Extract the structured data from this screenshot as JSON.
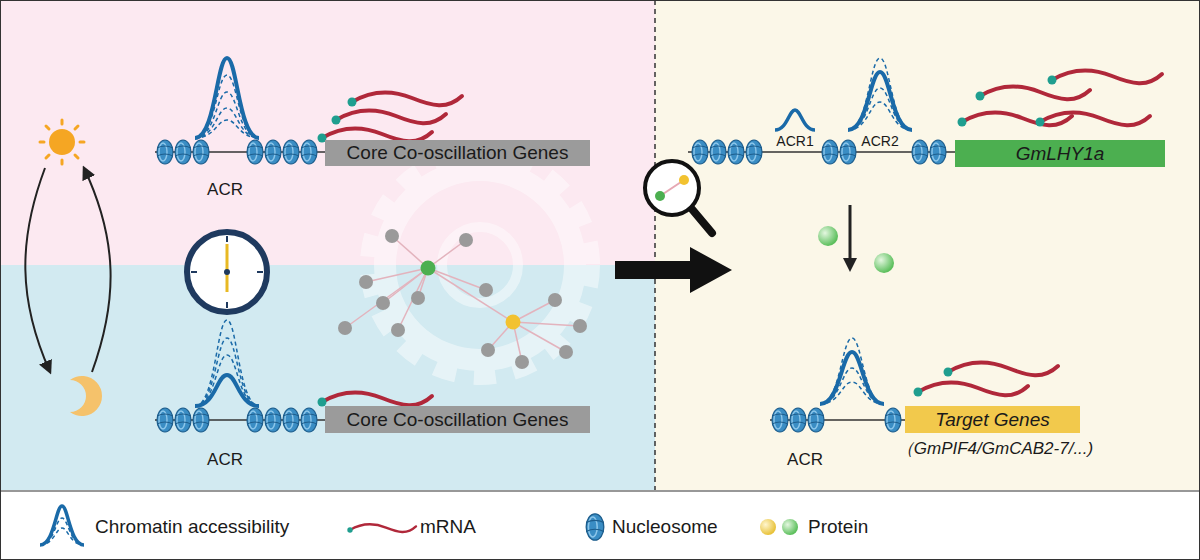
{
  "diagram": {
    "nodes": [
      {
        "text": [
          "Core Co-oscillation Genes"
        ]
      },
      {
        "text": [
          "GmLHY1a"
        ]
      },
      {
        "text": [
          "Core Co-oscillation Genes"
        ]
      },
      {
        "text": [
          "Target Genes"
        ]
      }
    ],
    "labels": [
      "ACR",
      "ACR1",
      "ACR2",
      "ACR",
      "ACR",
      "（GmPIF4/GmCAB2-7/...)"
    ],
    "legend": [
      {
        "text": "Chromatin accessibility"
      },
      {
        "text": "mRNA"
      },
      {
        "text": "Nucleosome"
      },
      {
        "text": "Protein"
      }
    ]
  }
}
